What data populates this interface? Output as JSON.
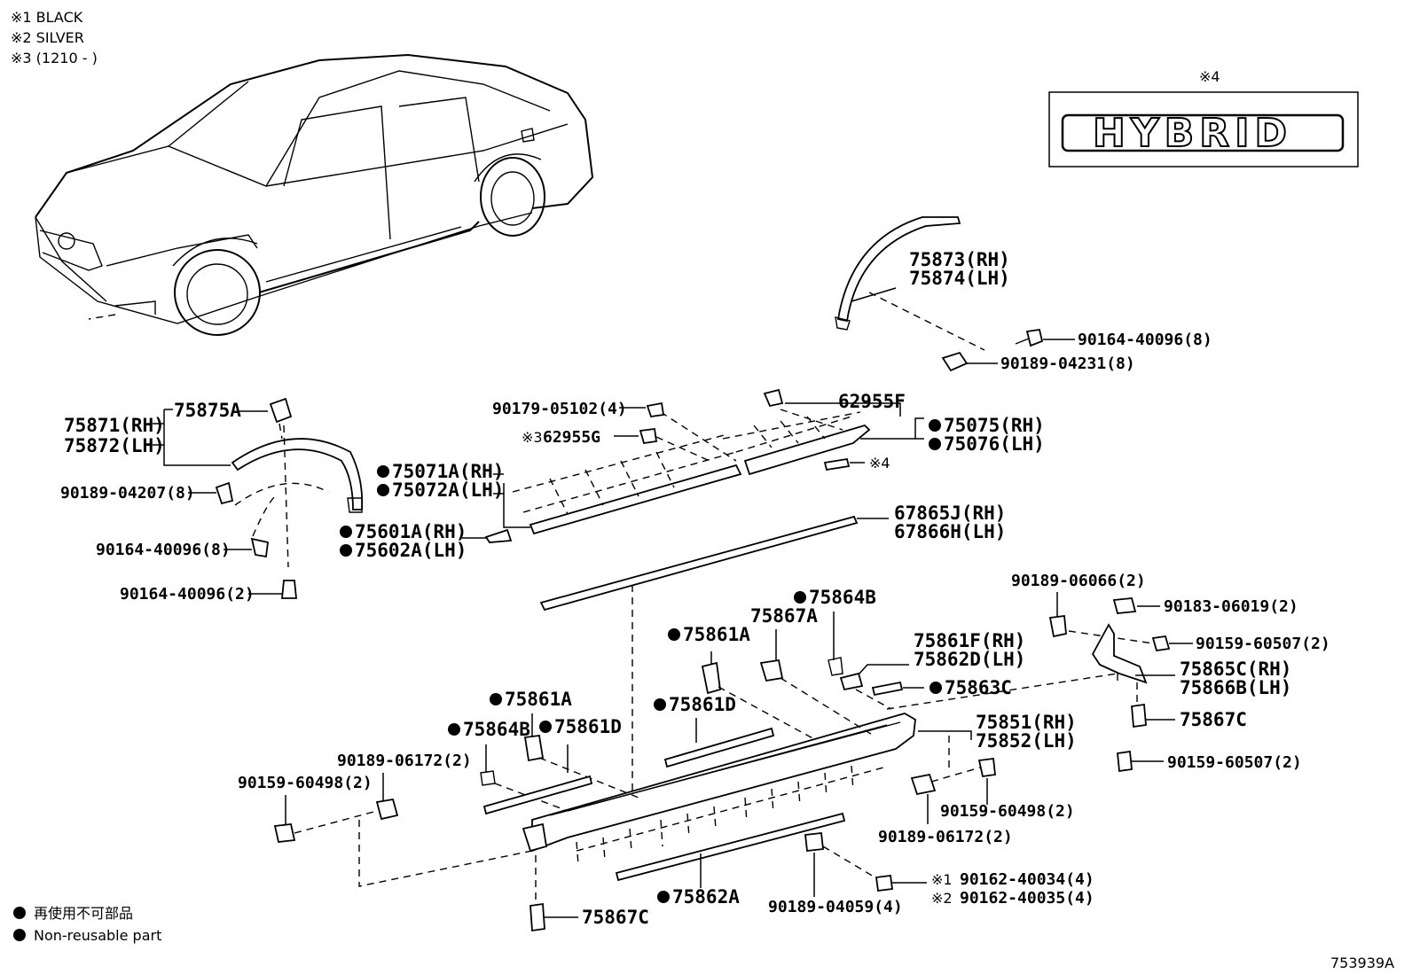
{
  "legend": {
    "notes": [
      "※1 BLACK",
      "※2 SILVER",
      "※3 (1210 -     )"
    ],
    "non_reusable_jp": "再使用不可部品",
    "non_reusable_en": "Non-reusable part"
  },
  "diagram_id": "753939A",
  "emblem": {
    "ref": "※4",
    "text": "HYBRID"
  },
  "parts": {
    "p75873": "75873(RH)",
    "p75874": "75874(LH)",
    "p90164_40096_8a": "90164-40096(8)",
    "p90189_04231": "90189-04231(8)",
    "p75875a": "75875A",
    "p75871": "75871(RH)",
    "p75872": "75872(LH)",
    "p90189_04207": "90189-04207(8)",
    "p90164_40096_8b": "90164-40096(8)",
    "p90164_40096_2": "90164-40096(2)",
    "p90179": "90179-05102(4)",
    "p62955g_ref": "※3",
    "p62955g": "62955G",
    "p62955f": "62955F",
    "p75075": "75075(RH)",
    "p75076": "75076(LH)",
    "p75071a": "75071A(RH)",
    "p75072a": "75072A(LH)",
    "p75601a": "75601A(RH)",
    "p75602a": "75602A(LH)",
    "p_ref4": "※4",
    "p67865j": "67865J(RH)",
    "p67866h": "67866H(LH)",
    "p75864b_top": "75864B",
    "p75867a": "75867A",
    "p75861a_top": "75861A",
    "p75861f": "75861F(RH)",
    "p75862d": "75862D(LH)",
    "p75863c": "75863C",
    "p75861d_top": "75861D",
    "p75851": "75851(RH)",
    "p75852": "75852(LH)",
    "p75861a_left": "75861A",
    "p75864b_left": "75864B",
    "p75861d_left": "75861D",
    "p90189_06172_l": "90189-06172(2)",
    "p90159_60498_l": "90159-60498(2)",
    "p90189_06066": "90189-06066(2)",
    "p90183_06019": "90183-06019(2)",
    "p90159_60507_a": "90159-60507(2)",
    "p75865c": "75865C(RH)",
    "p75866b": "75866B(LH)",
    "p75867c_r": "75867C",
    "p90159_60507_b": "90159-60507(2)",
    "p90159_60498_r": "90159-60498(2)",
    "p90189_06172_r": "90189-06172(2)",
    "p90162_ref1": "※1",
    "p90162_40034": "90162-40034(4)",
    "p90162_ref2": "※2",
    "p90162_40035": "90162-40035(4)",
    "p90189_04059": "90189-04059(4)",
    "p75862a": "75862A",
    "p75867c_b": "75867C"
  }
}
